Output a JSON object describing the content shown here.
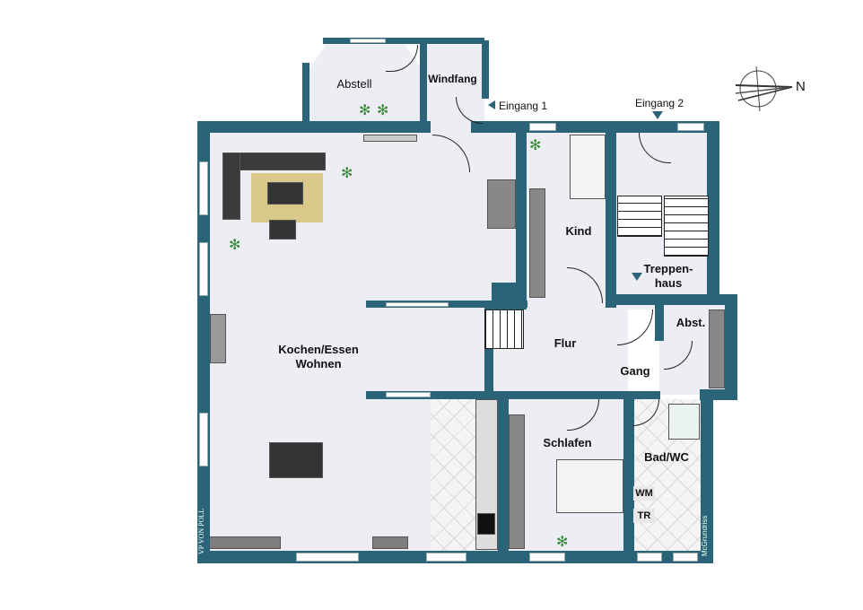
{
  "rooms": {
    "abstell": "Abstell",
    "windfang": "Windfang",
    "kind": "Kind",
    "treppenhaus": "Treppen-\nhaus",
    "abst": "Abst.",
    "flur": "Flur",
    "gang": "Gang",
    "wohnen_line1": "Kochen/Essen",
    "wohnen_line2": "Wohnen",
    "schlafen": "Schlafen",
    "bad": "Bad/WC",
    "wm": "WM",
    "tr": "TR"
  },
  "entrances": {
    "eingang1": "Eingang 1",
    "eingang2": "Eingang 2"
  },
  "compass": {
    "north": "N"
  },
  "branding": {
    "logo": "VP VON POLL",
    "credit": "McGrundriss"
  },
  "colors": {
    "wall": "#2b6478",
    "floor": "#eceef4"
  }
}
